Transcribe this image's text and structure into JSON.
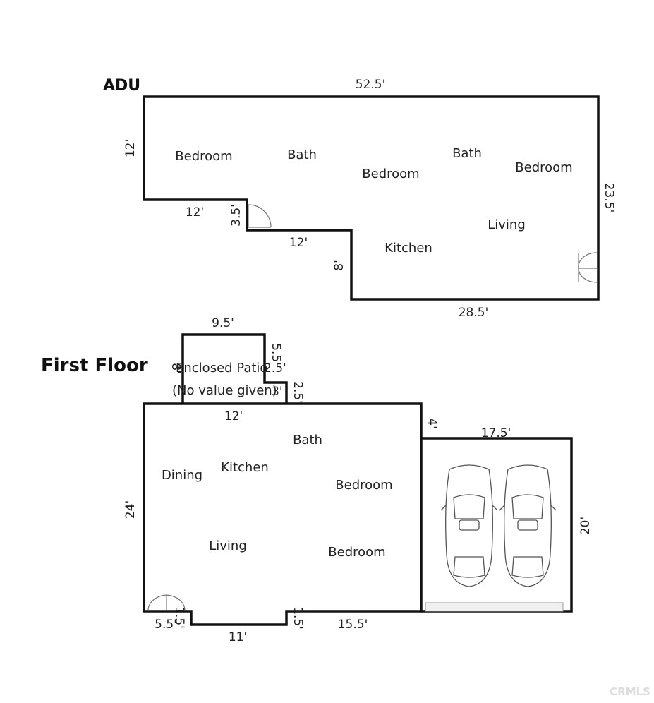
{
  "adu": {
    "title": "ADU",
    "rooms": [
      "Bedroom",
      "Bath",
      "Bedroom",
      "Bath",
      "Bedroom",
      "Living",
      "Kitchen"
    ],
    "dims": [
      "52.5'",
      "12'",
      "23.5'",
      "12'",
      "3.5'",
      "12'",
      "8'",
      "28.5'"
    ]
  },
  "first_floor": {
    "title": "First Floor",
    "patio": {
      "name": "Enclosed Patio",
      "note": "(No value given)"
    },
    "rooms": [
      "Bath",
      "Dining",
      "Kitchen",
      "Bedroom",
      "Living",
      "Bedroom"
    ],
    "dims": [
      "9.5'",
      "8'",
      "5.5'",
      "2.5'",
      "3'",
      "2.5'",
      "12'",
      "4'",
      "17.5'",
      "24'",
      "20'",
      "5.5'",
      "1.5'",
      "11'",
      "1.5'",
      "15.5'"
    ]
  },
  "garage": {
    "cars": 2
  },
  "watermark": "CRMLS"
}
